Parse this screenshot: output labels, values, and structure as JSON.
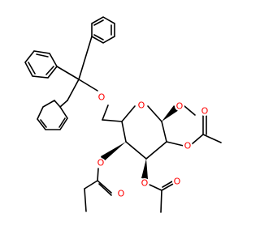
{
  "molecule": {
    "colors": {
      "bond": "#000000",
      "oxygen": "#ff0000",
      "background": "#ffffff"
    },
    "atom_labels": {
      "ether_o": "O",
      "ring_o": "O",
      "methoxy_o": "O",
      "acetoxy2_o": "O",
      "acetoxy2_carbonyl_o": "O",
      "acetoxy3_o": "O",
      "acetoxy3_carbonyl_o": "O",
      "acetoxy4_o": "O",
      "acetoxy4_carbonyl_o": "O"
    }
  }
}
